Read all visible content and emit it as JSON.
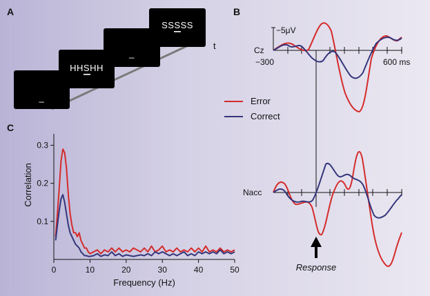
{
  "panels": {
    "a": "A",
    "b": "B",
    "c": "C"
  },
  "panel_a": {
    "stimuli": [
      "_",
      "HHSHH",
      "_",
      "SSSSS"
    ],
    "time_label": "t"
  },
  "panel_b": {
    "cz_label": "Cz",
    "nacc_label": "Nacc",
    "scale_label": "−5μV",
    "x_start_label": "−300",
    "x_end_label": "600 ms",
    "response_label": "Response",
    "legend": {
      "error": "Error",
      "correct": "Correct"
    }
  },
  "colors": {
    "error": "#d42a2a",
    "correct": "#34357a",
    "screen": "#000000"
  },
  "chart_data": {
    "type": "line",
    "x": [
      0.5,
      1,
      1.5,
      2,
      2.5,
      3,
      3.5,
      4,
      4.5,
      5,
      5.5,
      6,
      6.5,
      7,
      7.5,
      8,
      8.5,
      9,
      9.5,
      10,
      11,
      12,
      13,
      14,
      15,
      16,
      17,
      18,
      19,
      20,
      21,
      22,
      23,
      24,
      25,
      26,
      27,
      28,
      29,
      30,
      31,
      32,
      33,
      34,
      35,
      36,
      37,
      38,
      39,
      40,
      41,
      42,
      43,
      44,
      45,
      46,
      47,
      48,
      49,
      50
    ],
    "series": [
      {
        "name": "Error",
        "color": "#d42a2a",
        "values": [
          0.06,
          0.12,
          0.19,
          0.26,
          0.29,
          0.28,
          0.24,
          0.17,
          0.12,
          0.09,
          0.07,
          0.07,
          0.06,
          0.07,
          0.05,
          0.04,
          0.03,
          0.03,
          0.02,
          0.015,
          0.02,
          0.025,
          0.015,
          0.025,
          0.02,
          0.03,
          0.02,
          0.03,
          0.02,
          0.025,
          0.02,
          0.03,
          0.025,
          0.02,
          0.03,
          0.02,
          0.035,
          0.02,
          0.025,
          0.035,
          0.02,
          0.025,
          0.02,
          0.03,
          0.02,
          0.025,
          0.02,
          0.03,
          0.02,
          0.03,
          0.02,
          0.035,
          0.02,
          0.025,
          0.02,
          0.03,
          0.02,
          0.025,
          0.02,
          0.025
        ]
      },
      {
        "name": "Correct",
        "color": "#34357a",
        "values": [
          0.05,
          0.09,
          0.13,
          0.16,
          0.17,
          0.15,
          0.12,
          0.09,
          0.07,
          0.06,
          0.05,
          0.04,
          0.035,
          0.03,
          0.02,
          0.015,
          0.01,
          0.01,
          0.008,
          0.008,
          0.01,
          0.015,
          0.008,
          0.012,
          0.01,
          0.02,
          0.01,
          0.015,
          0.008,
          0.012,
          0.01,
          0.008,
          0.01,
          0.012,
          0.01,
          0.015,
          0.01,
          0.02,
          0.015,
          0.02,
          0.015,
          0.01,
          0.015,
          0.01,
          0.015,
          0.02,
          0.01,
          0.015,
          0.01,
          0.02,
          0.015,
          0.02,
          0.015,
          0.02,
          0.015,
          0.025,
          0.015,
          0.02,
          0.015,
          0.02
        ]
      }
    ],
    "xlabel": "Frequency (Hz)",
    "ylabel": "Correlation",
    "xticks": [
      0,
      10,
      20,
      30,
      40,
      50
    ],
    "yticks": [
      0.1,
      0.2,
      0.3
    ],
    "xlim": [
      0,
      50
    ],
    "ylim": [
      0,
      0.33
    ]
  }
}
